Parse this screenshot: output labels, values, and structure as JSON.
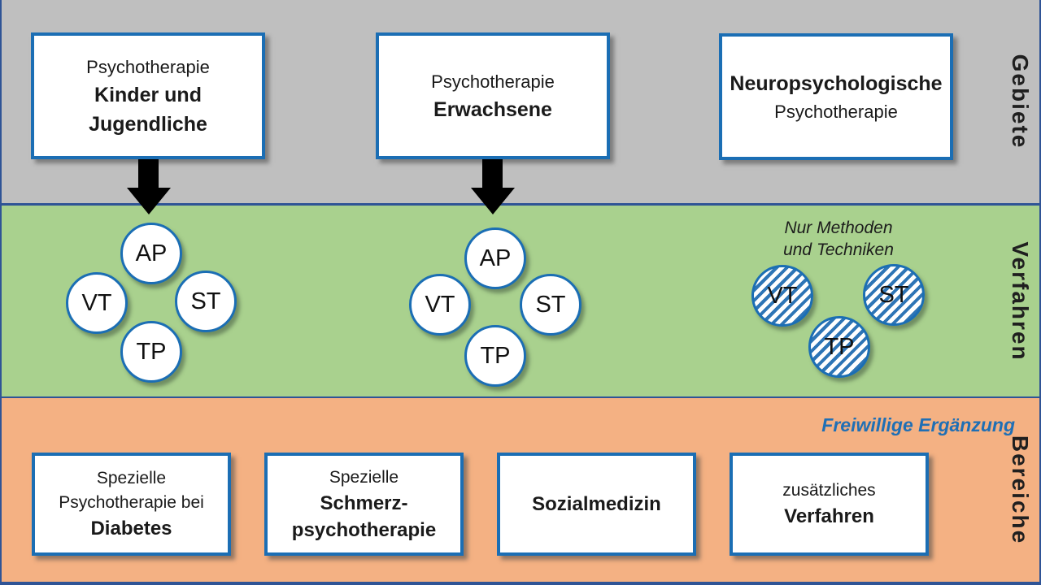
{
  "diagram": {
    "bands": [
      {
        "id": "gebiete",
        "label": "Gebiete",
        "color": "#bfbfbf"
      },
      {
        "id": "verfahren",
        "label": "Verfahren",
        "color": "#a9d18e"
      },
      {
        "id": "bereiche",
        "label": "Bereiche",
        "color": "#f4b183"
      }
    ],
    "top_boxes": [
      {
        "lines": [
          "Psychotherapie",
          "Kinder und",
          "Jugendliche"
        ]
      },
      {
        "lines": [
          "Psychotherapie",
          "Erwachsene"
        ]
      },
      {
        "lines": [
          "Neuropsychologische",
          "Psychotherapie"
        ]
      }
    ],
    "clusters": [
      {
        "circles": [
          "AP",
          "VT",
          "ST",
          "TP"
        ]
      },
      {
        "circles": [
          "AP",
          "VT",
          "ST",
          "TP"
        ]
      },
      {
        "circles": [
          "VT",
          "ST",
          "TP"
        ],
        "note": [
          "Nur Methoden",
          "und Techniken"
        ]
      }
    ],
    "bottom_note": "Freiwillige Ergänzung",
    "bottom_boxes": [
      {
        "lines": [
          "Spezielle",
          "Psychotherapie bei",
          "Diabetes"
        ]
      },
      {
        "lines": [
          "Spezielle",
          "Schmerz-",
          "psychotherapie"
        ]
      },
      {
        "lines": [
          "Sozialmedizin"
        ]
      },
      {
        "lines": [
          "zusätzliches",
          "Verfahren"
        ]
      }
    ],
    "colors": {
      "band_gebiete": "#bfbfbf",
      "band_verfahren": "#a9d18e",
      "band_bereiche": "#f4b183",
      "box_border": "#1b6eb4",
      "separator_navy": "#2f5496",
      "note_blue": "#1f6fb5",
      "hatch_blue": "#2e75b6",
      "arrow_black": "#000000"
    }
  }
}
